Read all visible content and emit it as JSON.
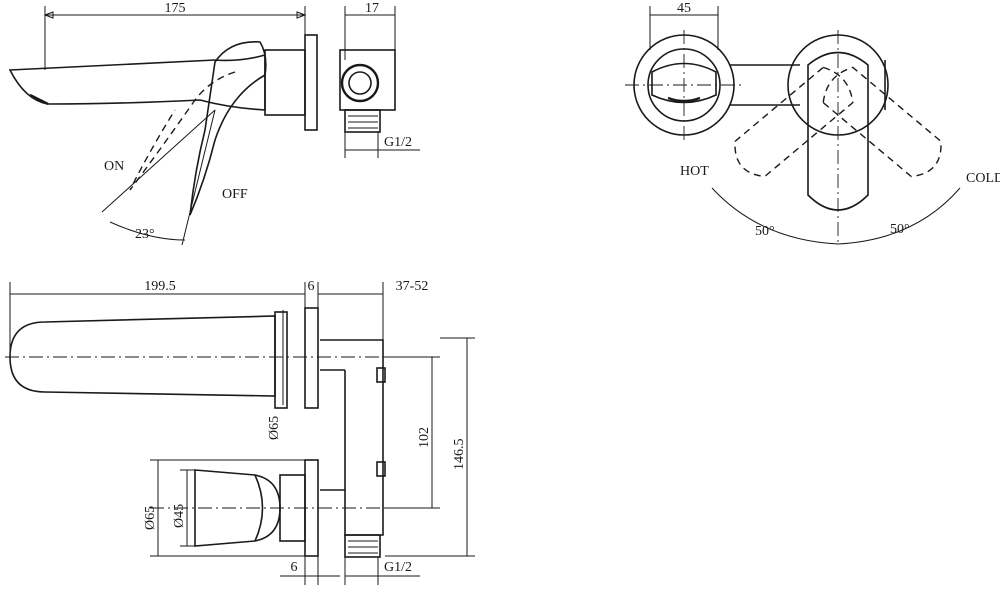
{
  "side_view": {
    "dim_spout_length": "175",
    "dim_plate_depth": "17",
    "thread": "G1/2",
    "label_on": "ON",
    "label_off": "OFF",
    "angle": "23°"
  },
  "top_view": {
    "dim_width": "45",
    "label_hot": "HOT",
    "label_cold": "COLD",
    "angle_left": "50°",
    "angle_right": "50°"
  },
  "front_view": {
    "dim_spout_length": "199.5",
    "dim_plate": "6",
    "dim_wall_range": "37-52",
    "dim_spout_rosette_dia": "Ø65",
    "dim_centers": "102",
    "dim_total_height": "146.5",
    "dim_mixer_rosette_dia": "Ø65",
    "dim_mixer_body_dia": "Ø45",
    "dim_plate_bottom": "6",
    "thread": "G1/2"
  }
}
